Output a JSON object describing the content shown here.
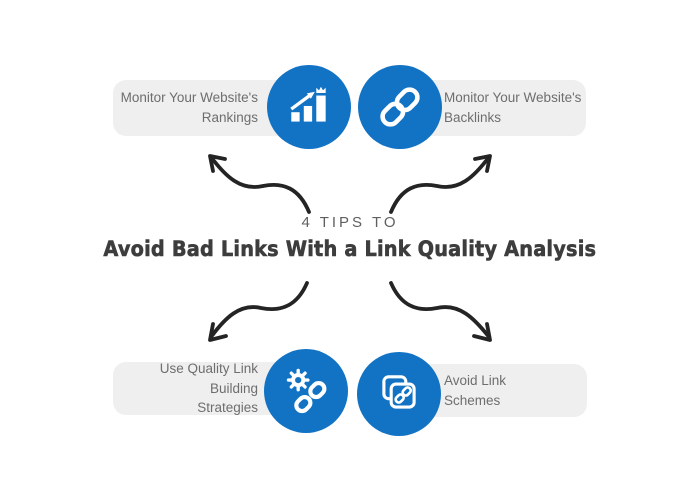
{
  "header": {
    "kicker": "4 TIPS TO",
    "title": "Avoid Bad Links With a Link Quality Analysis"
  },
  "tips": [
    {
      "position": "top-left",
      "label": "Monitor Your Website's\nRankings",
      "icon": "rankings-growth-chart-icon"
    },
    {
      "position": "top-right",
      "label": "Monitor Your Website's\nBacklinks",
      "icon": "backlink-chain-icon"
    },
    {
      "position": "bottom-left",
      "label": "Use Quality Link Building\nStrategies",
      "icon": "gear-broken-link-icon"
    },
    {
      "position": "bottom-right",
      "label": "Avoid Link\nSchemes",
      "icon": "duplicate-link-pages-icon"
    }
  ],
  "colors": {
    "accent_blue": "#1273c4",
    "pill_background": "#efefef",
    "pill_text": "#6e6e6e",
    "kicker_text": "#5f5f5f",
    "title_text": "#3d3d3d",
    "arrow": "#242424",
    "icon": "#ffffff"
  }
}
